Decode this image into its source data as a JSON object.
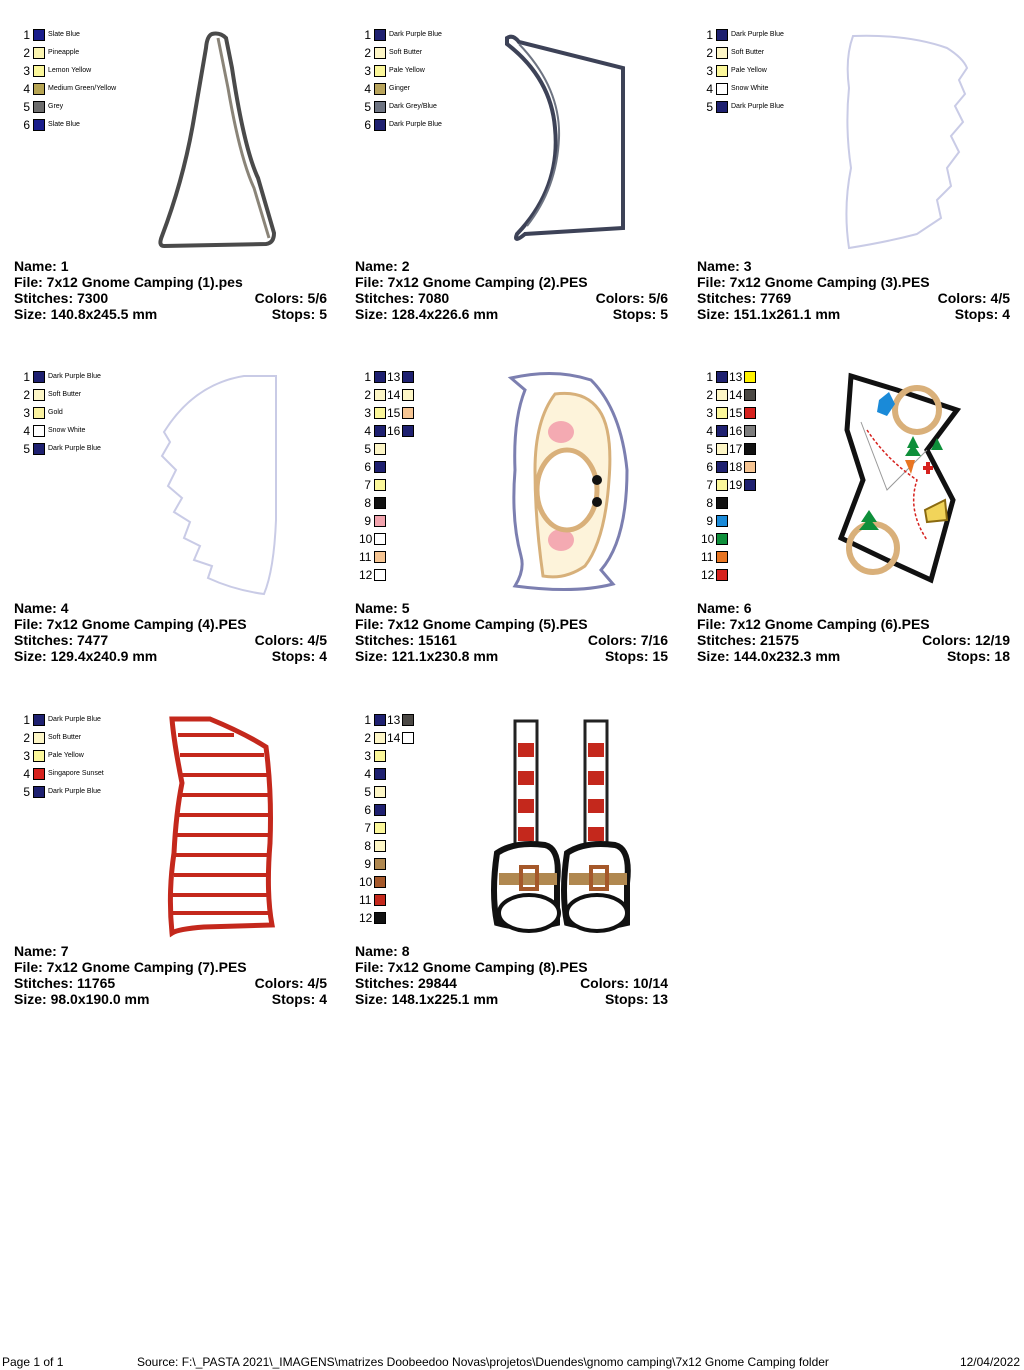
{
  "designs": [
    {
      "name": "1",
      "file": "7x12 Gnome Camping (1).pes",
      "stitches": "7300",
      "colors": "5/6",
      "size": "140.8x245.5 mm",
      "stops": "5",
      "legend": [
        {
          "n": "1",
          "color": "#1a1d8c",
          "label": "Slate Blue"
        },
        {
          "n": "2",
          "color": "#fbf5b0",
          "label": "Pineapple"
        },
        {
          "n": "3",
          "color": "#fbf79a",
          "label": "Lemon Yellow"
        },
        {
          "n": "4",
          "color": "#b6a453",
          "label": "Medium Green/Yellow"
        },
        {
          "n": "5",
          "color": "#6d6d6d",
          "label": "Grey"
        },
        {
          "n": "6",
          "color": "#1a1d8c",
          "label": "Slate Blue"
        }
      ]
    },
    {
      "name": "2",
      "file": "7x12 Gnome Camping (2).PES",
      "stitches": "7080",
      "colors": "5/6",
      "size": "128.4x226.6 mm",
      "stops": "5",
      "legend": [
        {
          "n": "1",
          "color": "#1e2070",
          "label": "Dark Purple Blue"
        },
        {
          "n": "2",
          "color": "#fdf6c6",
          "label": "Soft Butter"
        },
        {
          "n": "3",
          "color": "#fbf79a",
          "label": "Pale Yellow"
        },
        {
          "n": "4",
          "color": "#b8a45c",
          "label": "Ginger"
        },
        {
          "n": "5",
          "color": "#6e7482",
          "label": "Dark Grey/Blue"
        },
        {
          "n": "6",
          "color": "#1e2070",
          "label": "Dark Purple Blue"
        }
      ]
    },
    {
      "name": "3",
      "file": "7x12 Gnome Camping (3).PES",
      "stitches": "7769",
      "colors": "4/5",
      "size": "151.1x261.1 mm",
      "stops": "4",
      "legend": [
        {
          "n": "1",
          "color": "#1e2070",
          "label": "Dark Purple Blue"
        },
        {
          "n": "2",
          "color": "#fdf6c6",
          "label": "Soft Butter"
        },
        {
          "n": "3",
          "color": "#fbf79a",
          "label": "Pale Yellow"
        },
        {
          "n": "4",
          "color": "#ffffff",
          "label": "Snow White"
        },
        {
          "n": "5",
          "color": "#1e2070",
          "label": "Dark Purple Blue"
        }
      ]
    },
    {
      "name": "4",
      "file": "7x12 Gnome Camping (4).PES",
      "stitches": "7477",
      "colors": "4/5",
      "size": "129.4x240.9 mm",
      "stops": "4",
      "legend": [
        {
          "n": "1",
          "color": "#1e2070",
          "label": "Dark Purple Blue"
        },
        {
          "n": "2",
          "color": "#fdf6c6",
          "label": "Soft Butter"
        },
        {
          "n": "3",
          "color": "#fbf3a0",
          "label": "Gold"
        },
        {
          "n": "4",
          "color": "#ffffff",
          "label": "Snow White"
        },
        {
          "n": "5",
          "color": "#1e2070",
          "label": "Dark Purple Blue"
        }
      ]
    },
    {
      "name": "5",
      "file": "7x12 Gnome Camping (5).PES",
      "stitches": "15161",
      "colors": "7/16",
      "size": "121.1x230.8 mm",
      "stops": "15",
      "legend": [
        {
          "n": "1",
          "color": "#1e2070",
          "label": ""
        },
        {
          "n": "2",
          "color": "#fdf6c6",
          "label": ""
        },
        {
          "n": "3",
          "color": "#fbf79a",
          "label": ""
        },
        {
          "n": "4",
          "color": "#1e2070",
          "label": ""
        },
        {
          "n": "5",
          "color": "#fdf6c6",
          "label": ""
        },
        {
          "n": "6",
          "color": "#1e2070",
          "label": ""
        },
        {
          "n": "7",
          "color": "#fbf79a",
          "label": ""
        },
        {
          "n": "8",
          "color": "#111111",
          "label": ""
        },
        {
          "n": "9",
          "color": "#f1a3ad",
          "label": ""
        },
        {
          "n": "10",
          "color": "#ffffff",
          "label": ""
        },
        {
          "n": "11",
          "color": "#f6c593",
          "label": ""
        },
        {
          "n": "12",
          "color": "#ffffff",
          "label": ""
        },
        {
          "n": "13",
          "color": "#1e2070",
          "label": ""
        },
        {
          "n": "14",
          "color": "#fdf6c6",
          "label": ""
        },
        {
          "n": "15",
          "color": "#f6c593",
          "label": ""
        },
        {
          "n": "16",
          "color": "#1e2070",
          "label": ""
        }
      ]
    },
    {
      "name": "6",
      "file": "7x12 Gnome Camping (6).PES",
      "stitches": "21575",
      "colors": "12/19",
      "size": "144.0x232.3 mm",
      "stops": "18",
      "legend": [
        {
          "n": "1",
          "color": "#1e2070",
          "label": ""
        },
        {
          "n": "2",
          "color": "#fdf6c6",
          "label": ""
        },
        {
          "n": "3",
          "color": "#fbf79a",
          "label": ""
        },
        {
          "n": "4",
          "color": "#1e2070",
          "label": ""
        },
        {
          "n": "5",
          "color": "#fdf6c6",
          "label": ""
        },
        {
          "n": "6",
          "color": "#1e2070",
          "label": ""
        },
        {
          "n": "7",
          "color": "#fbf79a",
          "label": ""
        },
        {
          "n": "8",
          "color": "#111111",
          "label": ""
        },
        {
          "n": "9",
          "color": "#1a8ad8",
          "label": ""
        },
        {
          "n": "10",
          "color": "#0e8f3a",
          "label": ""
        },
        {
          "n": "11",
          "color": "#e87522",
          "label": ""
        },
        {
          "n": "12",
          "color": "#d6221e",
          "label": ""
        },
        {
          "n": "13",
          "color": "#fff200",
          "label": ""
        },
        {
          "n": "14",
          "color": "#4b4844",
          "label": ""
        },
        {
          "n": "15",
          "color": "#d6221e",
          "label": ""
        },
        {
          "n": "16",
          "color": "#7d7d7d",
          "label": ""
        },
        {
          "n": "17",
          "color": "#111111",
          "label": ""
        },
        {
          "n": "18",
          "color": "#f6c593",
          "label": ""
        },
        {
          "n": "19",
          "color": "#1e2070",
          "label": ""
        }
      ]
    },
    {
      "name": "7",
      "file": "7x12 Gnome Camping (7).PES",
      "stitches": "11765",
      "colors": "4/5",
      "size": "98.0x190.0 mm",
      "stops": "4",
      "legend": [
        {
          "n": "1",
          "color": "#1e2070",
          "label": "Dark Purple Blue"
        },
        {
          "n": "2",
          "color": "#fdf6c6",
          "label": "Soft Butter"
        },
        {
          "n": "3",
          "color": "#fbf79a",
          "label": "Pale Yellow"
        },
        {
          "n": "4",
          "color": "#d6221e",
          "label": "Singapore Sunset"
        },
        {
          "n": "5",
          "color": "#1e2070",
          "label": "Dark Purple Blue"
        }
      ]
    },
    {
      "name": "8",
      "file": "7x12 Gnome Camping (8).PES",
      "stitches": "29844",
      "colors": "10/14",
      "size": "148.1x225.1 mm",
      "stops": "13",
      "legend": [
        {
          "n": "1",
          "color": "#1e2070",
          "label": ""
        },
        {
          "n": "2",
          "color": "#fdf6c6",
          "label": ""
        },
        {
          "n": "3",
          "color": "#fbf79a",
          "label": ""
        },
        {
          "n": "4",
          "color": "#1e2070",
          "label": ""
        },
        {
          "n": "5",
          "color": "#fdf6c6",
          "label": ""
        },
        {
          "n": "6",
          "color": "#1e2070",
          "label": ""
        },
        {
          "n": "7",
          "color": "#fbf79a",
          "label": ""
        },
        {
          "n": "8",
          "color": "#fdf6c6",
          "label": ""
        },
        {
          "n": "9",
          "color": "#b08850",
          "label": ""
        },
        {
          "n": "10",
          "color": "#a5582a",
          "label": ""
        },
        {
          "n": "11",
          "color": "#c4281c",
          "label": ""
        },
        {
          "n": "12",
          "color": "#111111",
          "label": ""
        },
        {
          "n": "13",
          "color": "#4b4844",
          "label": ""
        },
        {
          "n": "14",
          "color": "#ffffff",
          "label": ""
        }
      ]
    }
  ],
  "labels": {
    "name": "Name:",
    "file": "File:",
    "stitches": "Stitches:",
    "colors": "Colors:",
    "size": "Size:",
    "stops": "Stops:"
  },
  "footer": {
    "page": "Page 1 of 1",
    "source": "Source: F:\\_PASTA 2021\\_IMAGENS\\matrizes Doobeedoo Novas\\projetos\\Duendes\\gnomo camping\\7x12 Gnome Camping folder",
    "date": "12/04/2022"
  }
}
